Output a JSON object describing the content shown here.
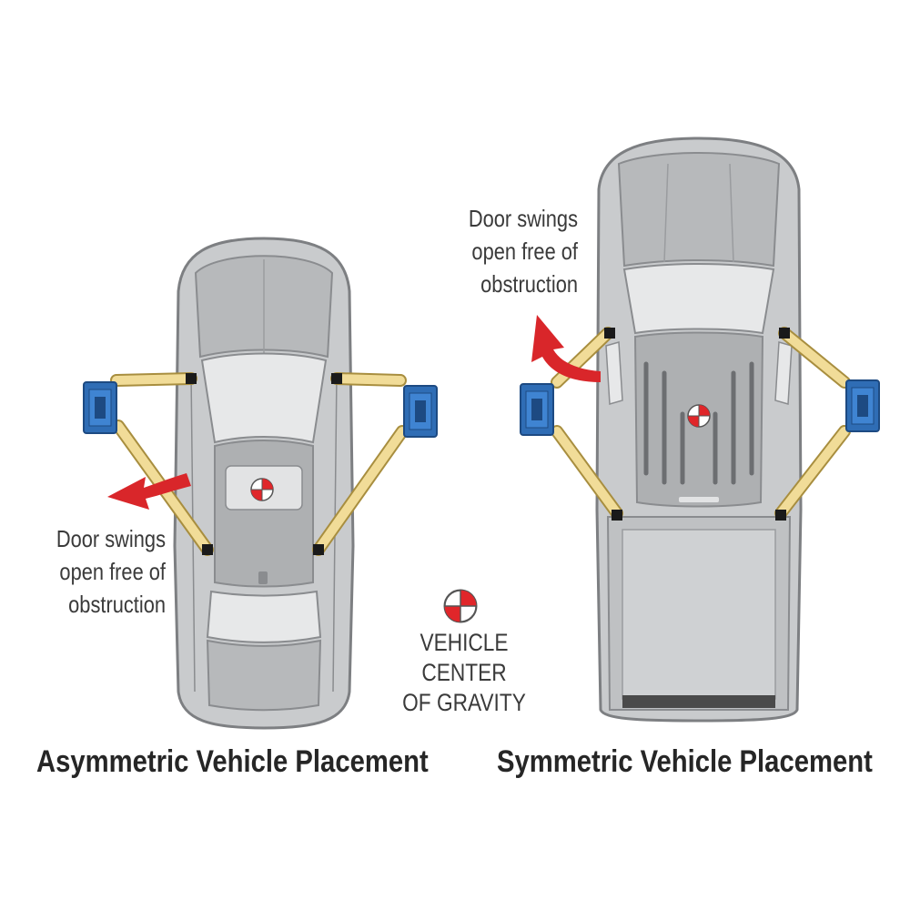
{
  "colors": {
    "car_body": "#c9cbcd",
    "car_outline": "#7d7f82",
    "arm": "#f1dc98",
    "lift_pad": "#2f6db5",
    "arrow": "#d9262a",
    "tire": "#3b3b3b",
    "cg_red": "#e0262a"
  },
  "annotations": {
    "door_left": [
      "Door swings",
      "open free of",
      "obstruction"
    ],
    "door_right": [
      "Door swings",
      "open free of",
      "obstruction"
    ]
  },
  "legend": {
    "center_of_gravity": [
      "VEHICLE",
      "CENTER",
      "OF GRAVITY"
    ]
  },
  "captions": {
    "asymmetric": "Asymmetric Vehicle Placement",
    "symmetric": "Symmetric Vehicle Placement"
  }
}
